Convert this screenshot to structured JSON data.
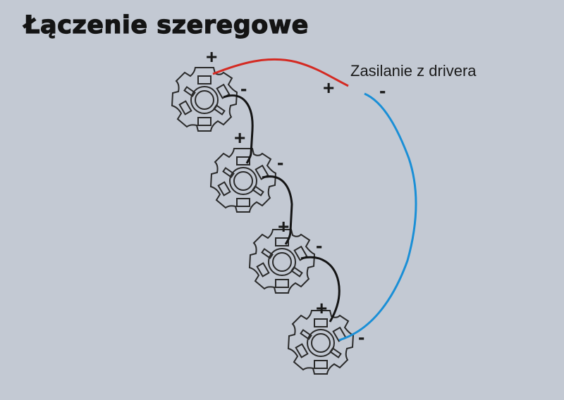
{
  "title": "Łączenie szeregowe",
  "driver": {
    "label": "Zasilanie z drivera",
    "plus_sign": "+",
    "minus_sign": "-"
  },
  "leds": [
    {
      "id": 1,
      "plus": "+",
      "minus": "-"
    },
    {
      "id": 2,
      "plus": "+",
      "minus": "-"
    },
    {
      "id": 3,
      "plus": "+",
      "minus": "-"
    },
    {
      "id": 4,
      "plus": "+",
      "minus": "-"
    }
  ],
  "colors": {
    "background": "#c3c9d3",
    "positive_wire": "#d42a22",
    "negative_wire": "#1a8fd6",
    "link_wire": "#141414"
  }
}
